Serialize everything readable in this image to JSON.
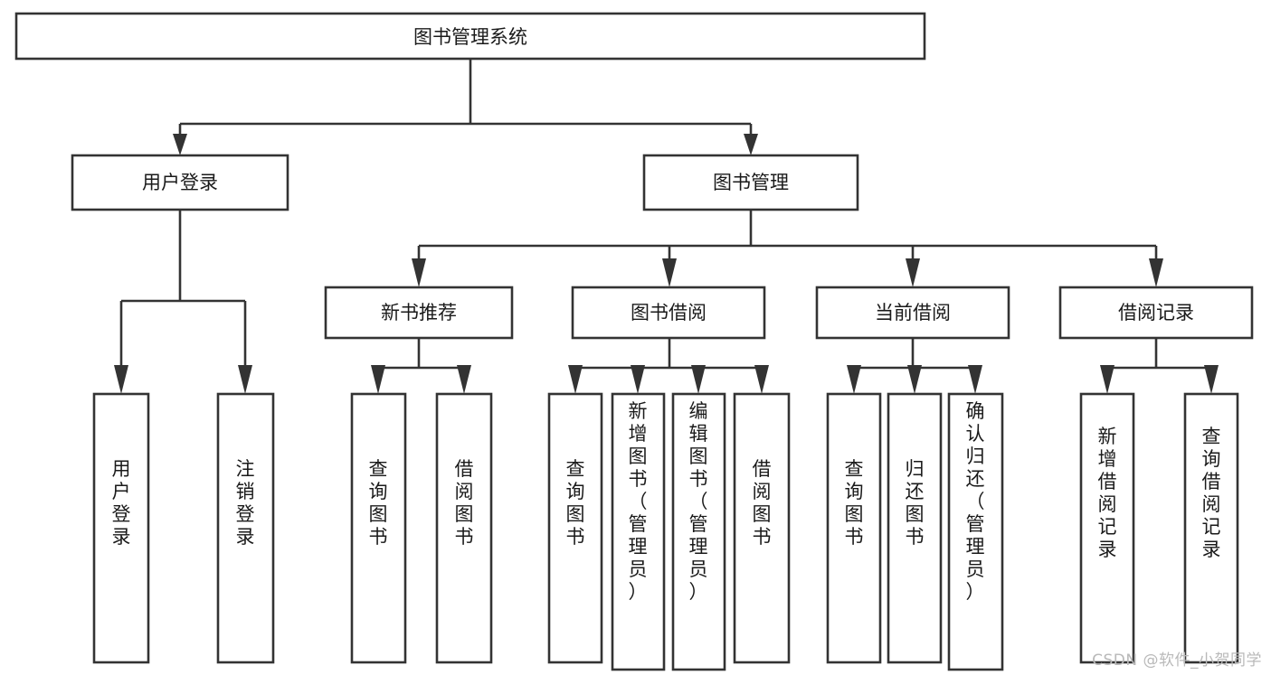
{
  "diagram": {
    "title": "图书管理系统",
    "watermark": "CSDN @软件_小贺同学",
    "type": "tree-hierarchy-flowchart",
    "orientation": "top-down",
    "box_fill": "#ffffff",
    "box_stroke": "#333333",
    "text_color": "#1a1a1a",
    "nodes": {
      "root": {
        "label": "图书管理系统",
        "level": 0
      },
      "user_login": {
        "label": "用户登录",
        "level": 1
      },
      "book_manage": {
        "label": "图书管理",
        "level": 1
      },
      "new_book_rec": {
        "label": "新书推荐",
        "level": 2
      },
      "book_borrow": {
        "label": "图书借阅",
        "level": 2
      },
      "current_borrow": {
        "label": "当前借阅",
        "level": 2
      },
      "borrow_record": {
        "label": "借阅记录",
        "level": 2
      },
      "leaf_user_login": {
        "label": "用户登录",
        "level": 3
      },
      "leaf_logout": {
        "label": "注销登录",
        "level": 3
      },
      "leaf_query_book_1": {
        "label": "查询图书",
        "level": 3
      },
      "leaf_borrow_book_1": {
        "label": "借阅图书",
        "level": 3
      },
      "leaf_query_book_2": {
        "label": "查询图书",
        "level": 3
      },
      "leaf_add_book": {
        "label": "新增图书（管理员）",
        "level": 3
      },
      "leaf_edit_book": {
        "label": "编辑图书（管理员）",
        "level": 3
      },
      "leaf_borrow_book_2": {
        "label": "借阅图书",
        "level": 3
      },
      "leaf_query_book_3": {
        "label": "查询图书",
        "level": 3
      },
      "leaf_return_book": {
        "label": "归还图书",
        "level": 3
      },
      "leaf_confirm_return": {
        "label": "确认归还（管理员）",
        "level": 3
      },
      "leaf_add_record": {
        "label": "新增借阅记录",
        "level": 3
      },
      "leaf_query_record": {
        "label": "查询借阅记录",
        "level": 3
      }
    },
    "edges": [
      {
        "from": "root",
        "to": "user_login"
      },
      {
        "from": "root",
        "to": "book_manage"
      },
      {
        "from": "user_login",
        "to": "leaf_user_login"
      },
      {
        "from": "user_login",
        "to": "leaf_logout"
      },
      {
        "from": "book_manage",
        "to": "new_book_rec"
      },
      {
        "from": "book_manage",
        "to": "book_borrow"
      },
      {
        "from": "book_manage",
        "to": "current_borrow"
      },
      {
        "from": "book_manage",
        "to": "borrow_record"
      },
      {
        "from": "new_book_rec",
        "to": "leaf_query_book_1"
      },
      {
        "from": "new_book_rec",
        "to": "leaf_borrow_book_1"
      },
      {
        "from": "book_borrow",
        "to": "leaf_query_book_2"
      },
      {
        "from": "book_borrow",
        "to": "leaf_add_book"
      },
      {
        "from": "book_borrow",
        "to": "leaf_edit_book"
      },
      {
        "from": "book_borrow",
        "to": "leaf_borrow_book_2"
      },
      {
        "from": "current_borrow",
        "to": "leaf_query_book_3"
      },
      {
        "from": "current_borrow",
        "to": "leaf_return_book"
      },
      {
        "from": "current_borrow",
        "to": "leaf_confirm_return"
      },
      {
        "from": "borrow_record",
        "to": "leaf_add_record"
      },
      {
        "from": "borrow_record",
        "to": "leaf_query_record"
      }
    ]
  }
}
